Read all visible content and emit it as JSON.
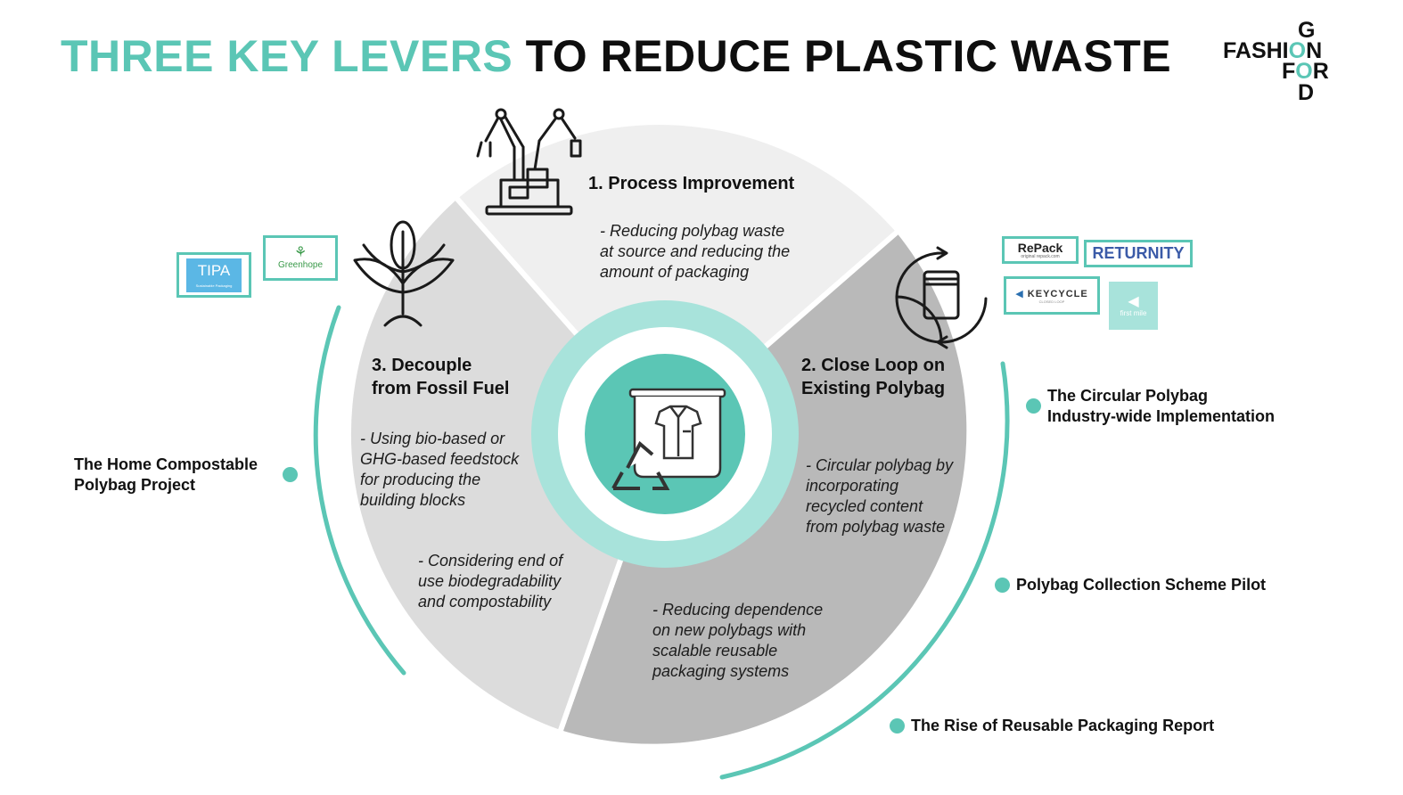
{
  "title": {
    "accent": "THREE KEY LEVERS",
    "rest": "TO REDUCE PLASTIC WASTE"
  },
  "logo": {
    "line1_prefix": "FASHI",
    "line1_letter": "O",
    "line1_suffix": "N",
    "top_letter": "G",
    "line2_prefix": "F",
    "line2_letter": "O",
    "line2_suffix": "R",
    "bottom_letter": "D"
  },
  "levers": {
    "process": {
      "title": "1. Process Improvement",
      "icon": "robotic-arms-icon",
      "desc": [
        "- Reducing polybag waste",
        "at source and reducing the",
        "amount of packaging"
      ]
    },
    "close_loop": {
      "title_line1": "2. Close Loop on",
      "title_line2": "Existing Polybag",
      "icon": "circular-bag-icon",
      "desc1": [
        "- Circular polybag by",
        "incorporating",
        "recycled content",
        "from polybag waste"
      ],
      "desc2": [
        "- Reducing dependence",
        "on new polybags with",
        "scalable reusable",
        "packaging systems"
      ]
    },
    "decouple": {
      "title_line1": "3. Decouple",
      "title_line2": "from Fossil Fuel",
      "icon": "plant-icon",
      "desc1": [
        "- Using bio-based or",
        "GHG-based feedstock",
        "for producing the",
        "building blocks"
      ],
      "desc2": [
        "- Considering end of",
        "use biodegradability",
        "and compostability"
      ]
    }
  },
  "center_icon": "polybag-recycle-icon",
  "projects": {
    "home_compostable": [
      "The Home Compostable",
      "Polybag Project"
    ],
    "circular_polybag": [
      "The Circular Polybag",
      "Industry-wide Implementation"
    ],
    "collection_pilot": "Polybag Collection Scheme Pilot",
    "reusable_report": "The Rise of Reusable Packaging Report"
  },
  "brands": {
    "tipa": "TIPA",
    "tipa_sub": "Sustainable Packaging",
    "greenhope": "Greenhope",
    "repack": "RePack",
    "repack_sub": "original repack.com",
    "returnity": "RETURNITY",
    "keycycle": "KEYCYCLE",
    "keycycle_sub": "CLOSED LOOP",
    "firstmile": "first mile"
  },
  "colors": {
    "accent": "#5bc6b5",
    "ring_light": "#a8e3db",
    "seg_light": "#efefef",
    "seg_mid": "#dcdcdc",
    "seg_dark": "#b9b9b9"
  }
}
